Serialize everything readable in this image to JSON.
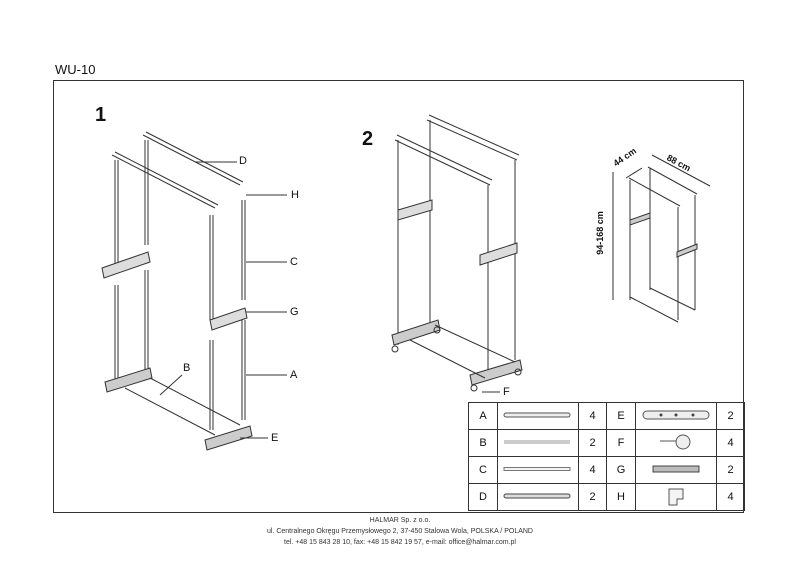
{
  "title": "WU-10",
  "steps": {
    "step1": "1",
    "step2": "2"
  },
  "step1_labels": {
    "D": "D",
    "H": "H",
    "C": "C",
    "G": "G",
    "A": "A",
    "B": "B",
    "E": "E"
  },
  "step2_labels": {
    "F": "F"
  },
  "dimensions": {
    "depth": "44 cm",
    "width": "88 cm",
    "height": "94-168 cm"
  },
  "parts": [
    {
      "left": {
        "letter": "A",
        "qty": "4"
      },
      "right": {
        "letter": "E",
        "qty": "2"
      }
    },
    {
      "left": {
        "letter": "B",
        "qty": "2"
      },
      "right": {
        "letter": "F",
        "qty": "4"
      }
    },
    {
      "left": {
        "letter": "C",
        "qty": "4"
      },
      "right": {
        "letter": "G",
        "qty": "2"
      }
    },
    {
      "left": {
        "letter": "D",
        "qty": "2"
      },
      "right": {
        "letter": "H",
        "qty": "4"
      }
    }
  ],
  "footer": {
    "company": "HALMAR Sp. z o.o.",
    "address": "ul. Centralnego Okręgu Przemysłowego 2, 37-450 Stalowa Wola, POLSKA / POLAND",
    "contact": "tel. +48 15 843 28 10, fax: +48 15 842 19 57, e-mail: office@halmar.com.pl"
  }
}
